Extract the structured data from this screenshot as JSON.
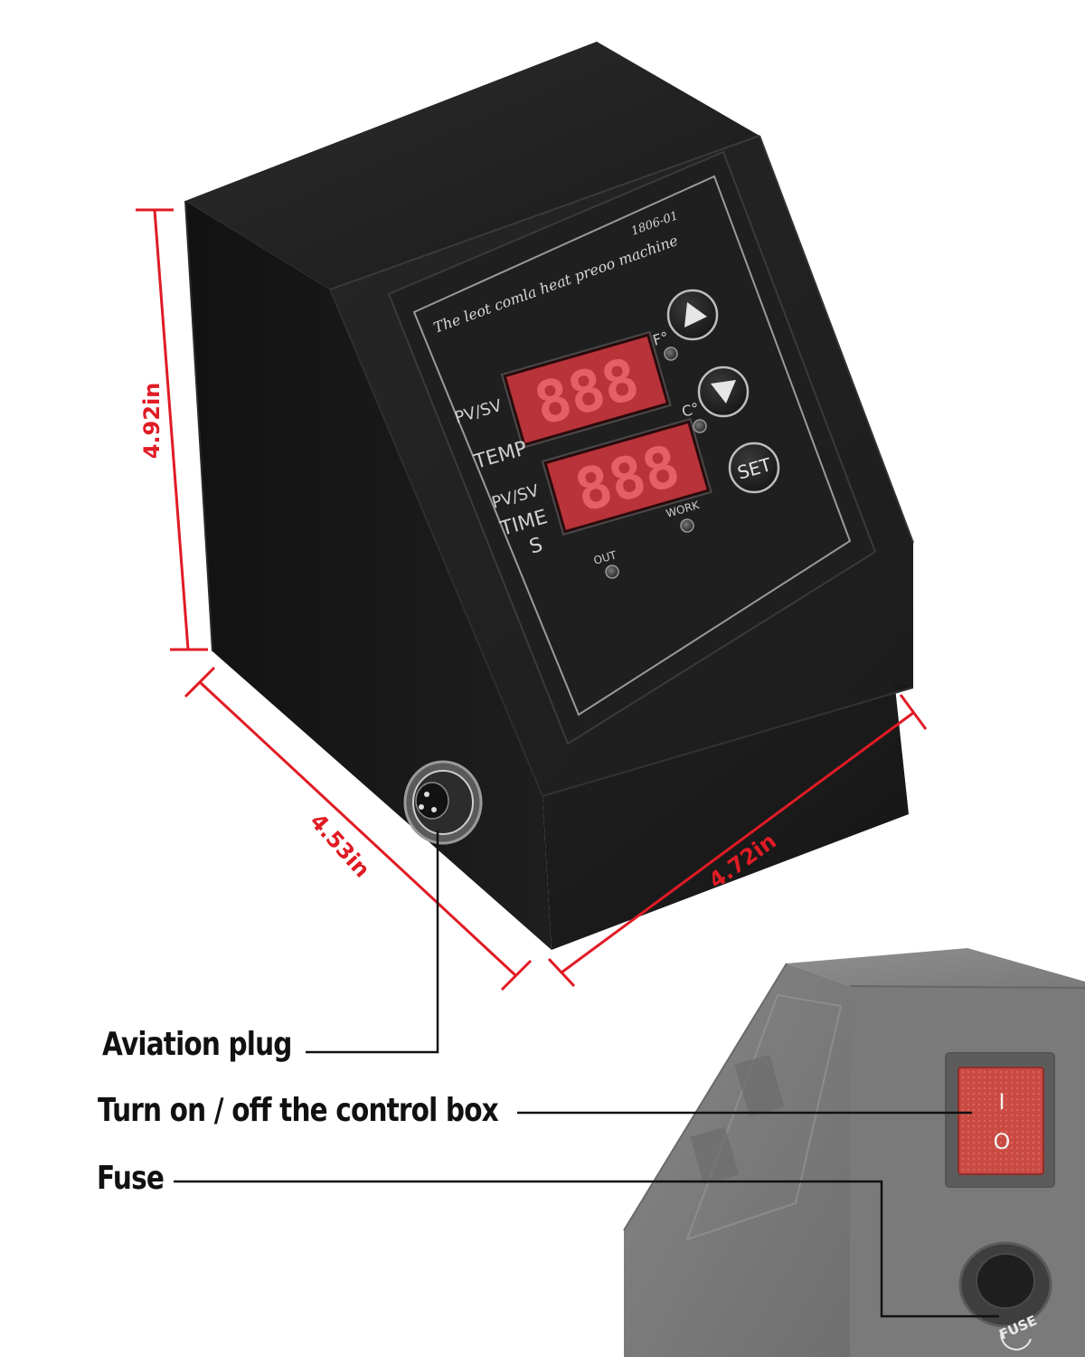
{
  "dimensions": {
    "height": "4.92in",
    "depth": "4.53in",
    "width": "4.72in"
  },
  "panel": {
    "model_text": "The leot comla heat preoo machine",
    "model_number": "1806-01",
    "display_digits": "888",
    "label_pv_sv_top": "PV/SV",
    "label_temp": "TEMP",
    "label_pv_sv_bottom": "PV/SV",
    "label_time": "TIME",
    "label_s": "S",
    "label_f": "F°",
    "label_c": "C°",
    "label_work": "WORK",
    "label_out": "OUT",
    "set_button": "SET"
  },
  "switch_labels": {
    "on": "I",
    "off": "O"
  },
  "fuse_text": "FUSE",
  "callouts": {
    "aviation_plug": "Aviation plug",
    "power_switch": "Turn on / off the control box",
    "fuse": "Fuse"
  },
  "colors": {
    "dimension_line": "#e01b24",
    "box_body": "#1b1b1b",
    "display_red": "#e0434b",
    "switch_red": "#c94a42"
  }
}
